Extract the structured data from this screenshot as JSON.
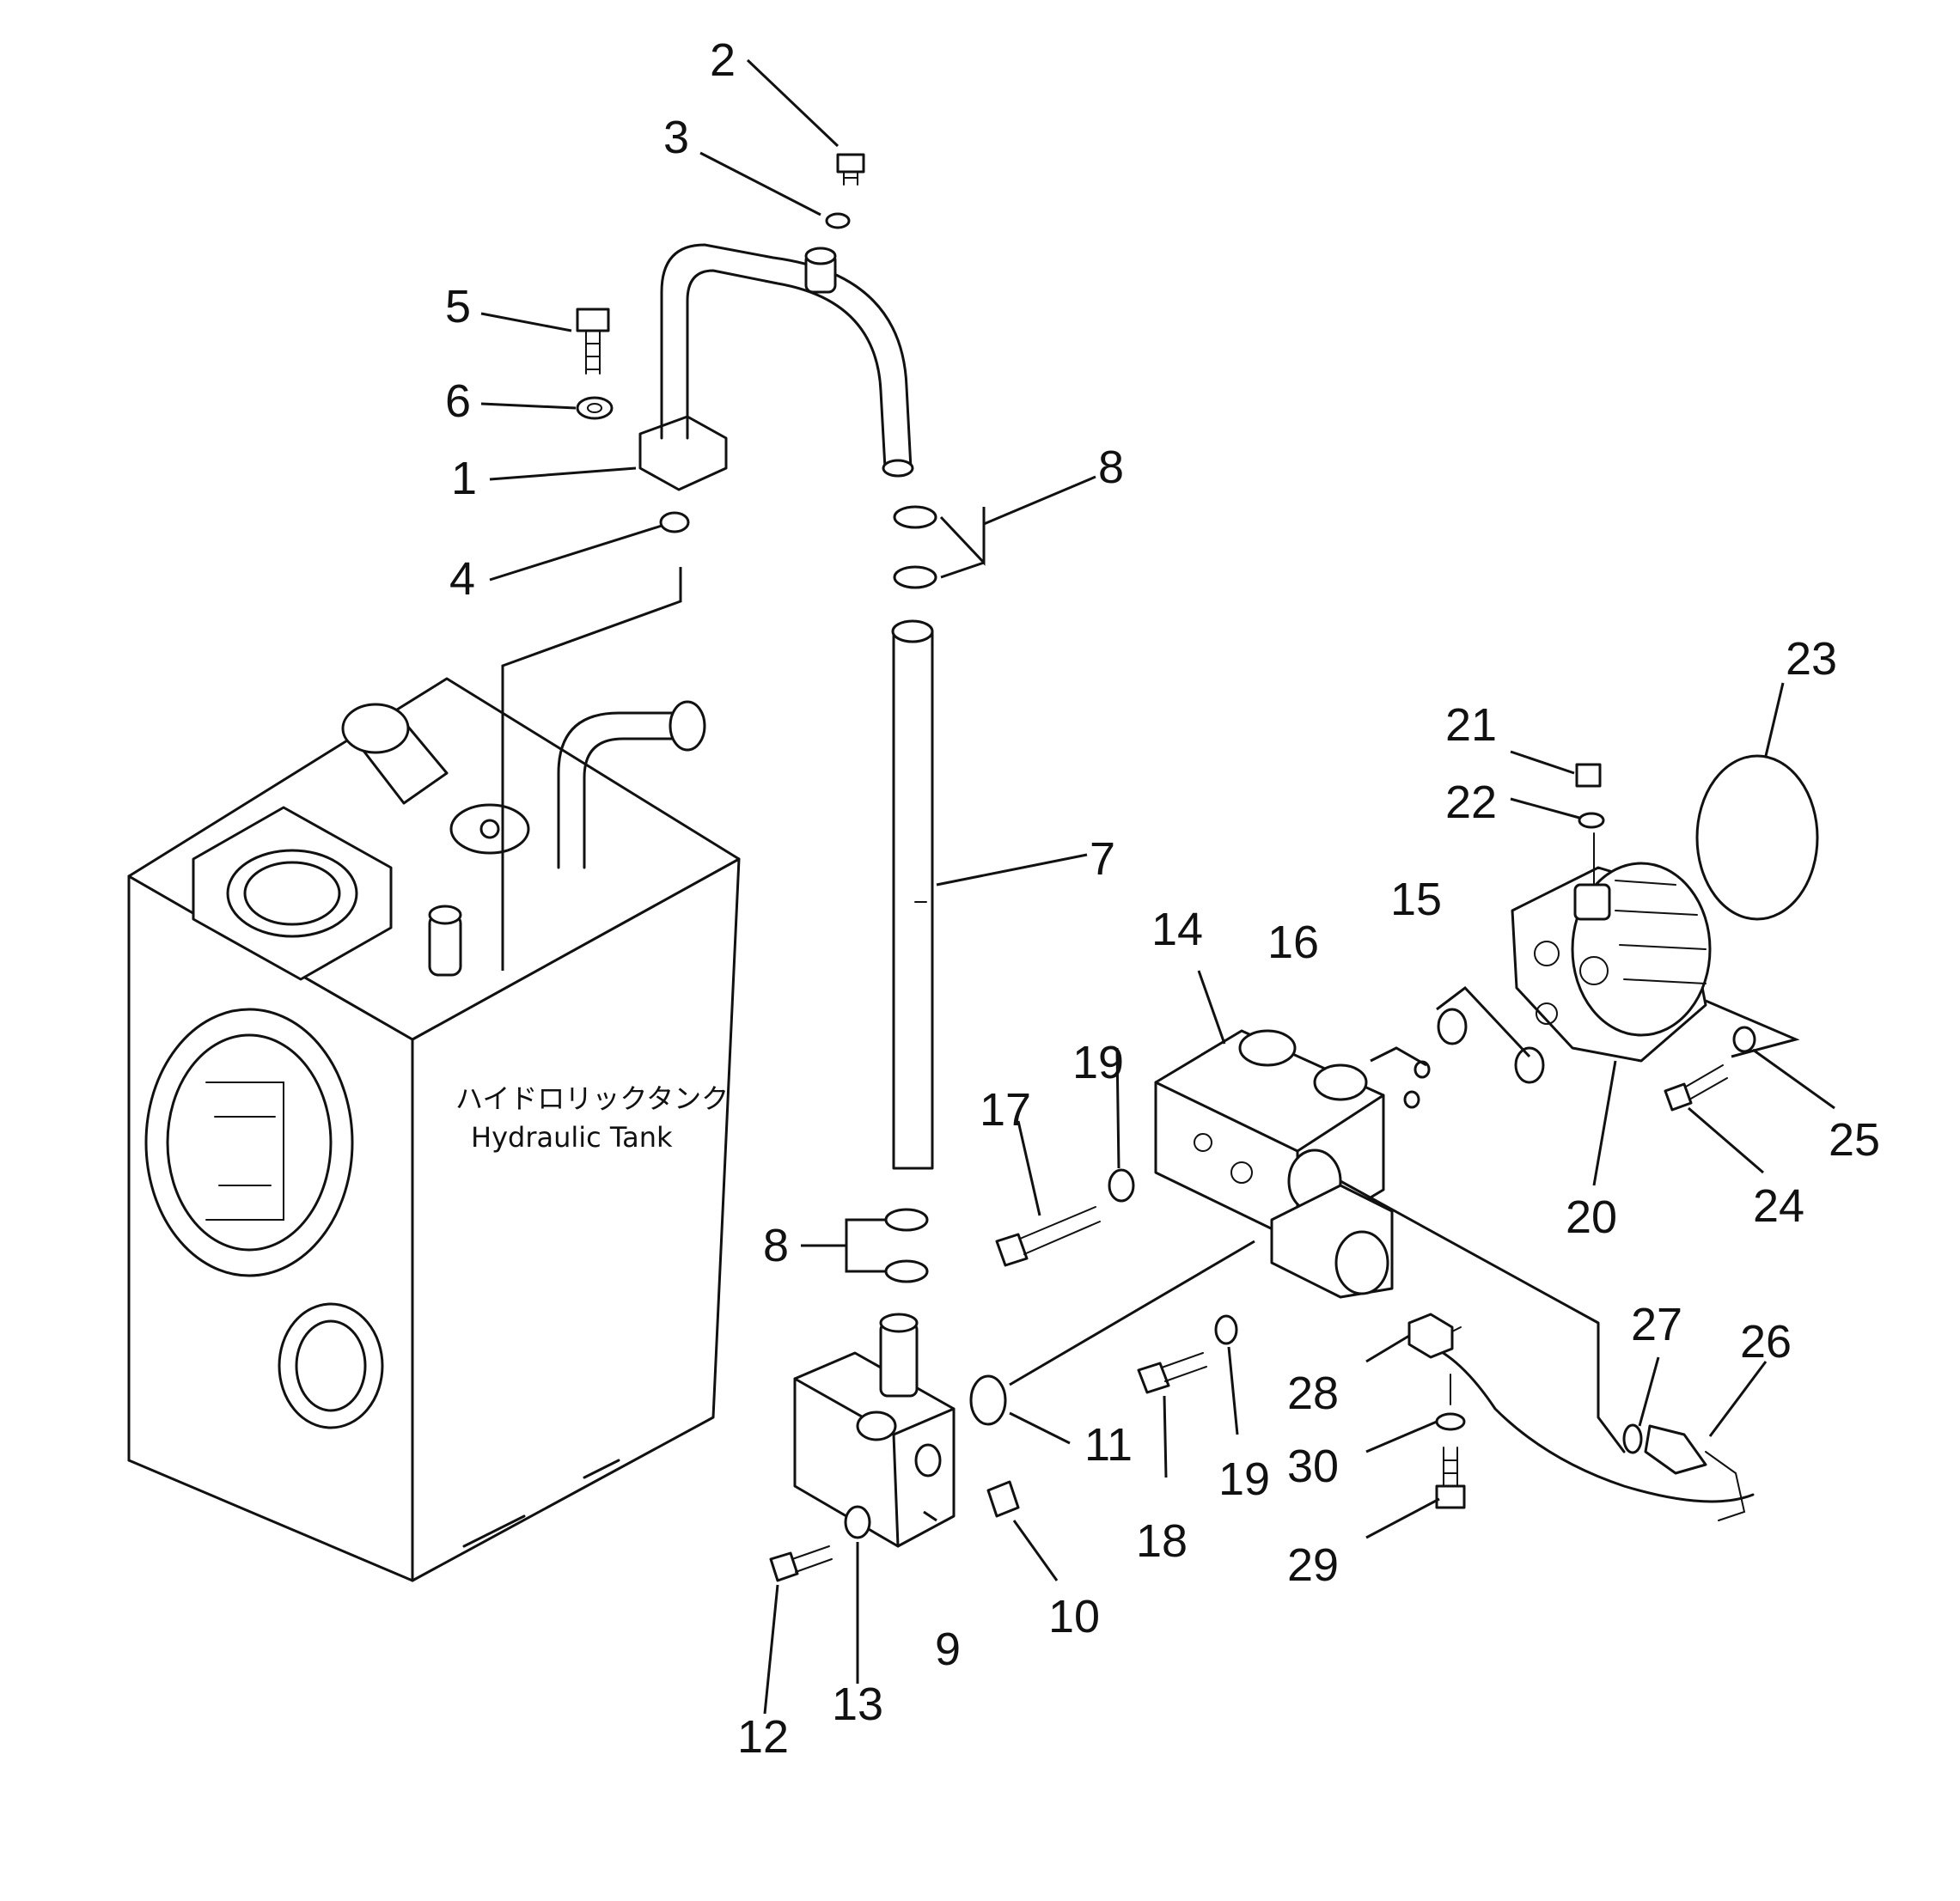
{
  "diagram": {
    "tank_label_jp": "ハイドロリックタンク",
    "tank_label_en": "Hydraulic Tank",
    "callouts": [
      {
        "id": "c2",
        "text": "2"
      },
      {
        "id": "c3",
        "text": "3"
      },
      {
        "id": "c5",
        "text": "5"
      },
      {
        "id": "c6",
        "text": "6"
      },
      {
        "id": "c1",
        "text": "1"
      },
      {
        "id": "c4",
        "text": "4"
      },
      {
        "id": "c8a",
        "text": "8"
      },
      {
        "id": "c7",
        "text": "7"
      },
      {
        "id": "c8b",
        "text": "8"
      },
      {
        "id": "c9",
        "text": "9"
      },
      {
        "id": "c10",
        "text": "10"
      },
      {
        "id": "c11",
        "text": "11"
      },
      {
        "id": "c12",
        "text": "12"
      },
      {
        "id": "c13",
        "text": "13"
      },
      {
        "id": "c14",
        "text": "14"
      },
      {
        "id": "c15",
        "text": "15"
      },
      {
        "id": "c16",
        "text": "16"
      },
      {
        "id": "c17",
        "text": "17"
      },
      {
        "id": "c18",
        "text": "18"
      },
      {
        "id": "c19a",
        "text": "19"
      },
      {
        "id": "c19b",
        "text": "19"
      },
      {
        "id": "c20",
        "text": "20"
      },
      {
        "id": "c21",
        "text": "21"
      },
      {
        "id": "c22",
        "text": "22"
      },
      {
        "id": "c23",
        "text": "23"
      },
      {
        "id": "c24",
        "text": "24"
      },
      {
        "id": "c25",
        "text": "25"
      },
      {
        "id": "c26",
        "text": "26"
      },
      {
        "id": "c27",
        "text": "27"
      },
      {
        "id": "c28",
        "text": "28"
      },
      {
        "id": "c29",
        "text": "29"
      },
      {
        "id": "c30",
        "text": "30"
      }
    ]
  }
}
